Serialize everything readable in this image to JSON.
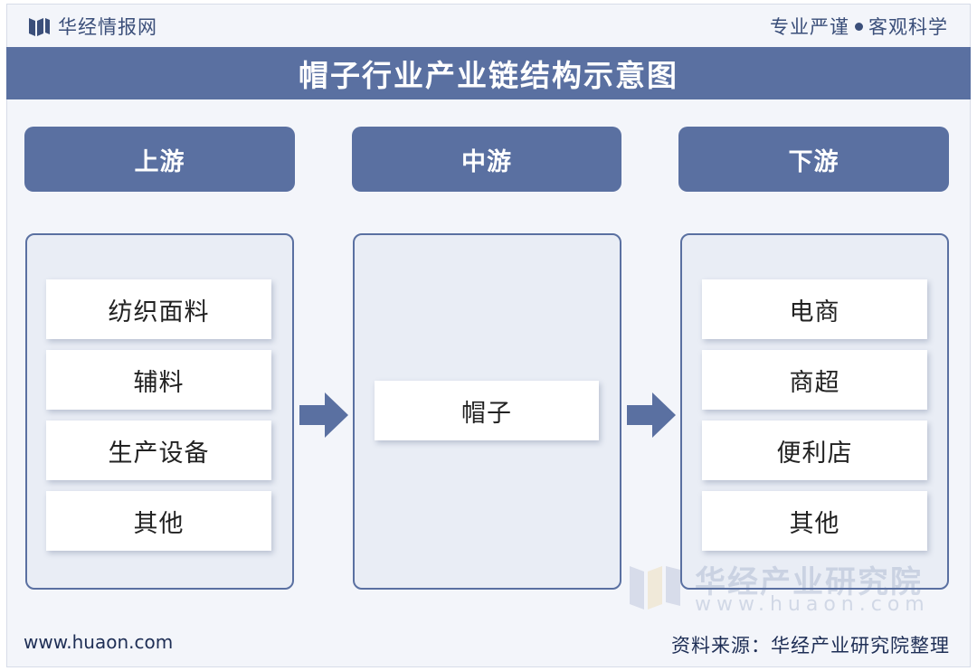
{
  "header": {
    "brand_name": "华经情报网",
    "slogan_left": "专业严谨",
    "slogan_right": "客观科学"
  },
  "title": "帽子行业产业链结构示意图",
  "stages": [
    {
      "label": "上游",
      "items": [
        "纺织面料",
        "辅料",
        "生产设备",
        "其他"
      ]
    },
    {
      "label": "中游",
      "items": [
        "帽子"
      ]
    },
    {
      "label": "下游",
      "items": [
        "电商",
        "商超",
        "便利店",
        "其他"
      ]
    }
  ],
  "watermark": {
    "name": "华经产业研究院",
    "url": "www.huaon.com"
  },
  "footer": {
    "website": "www.huaon.com",
    "source": "资料来源：华经产业研究院整理"
  },
  "colors": {
    "accent": "#5a70a1",
    "panel_bg": "#e9edf5",
    "text_dark": "#1e2e55"
  }
}
